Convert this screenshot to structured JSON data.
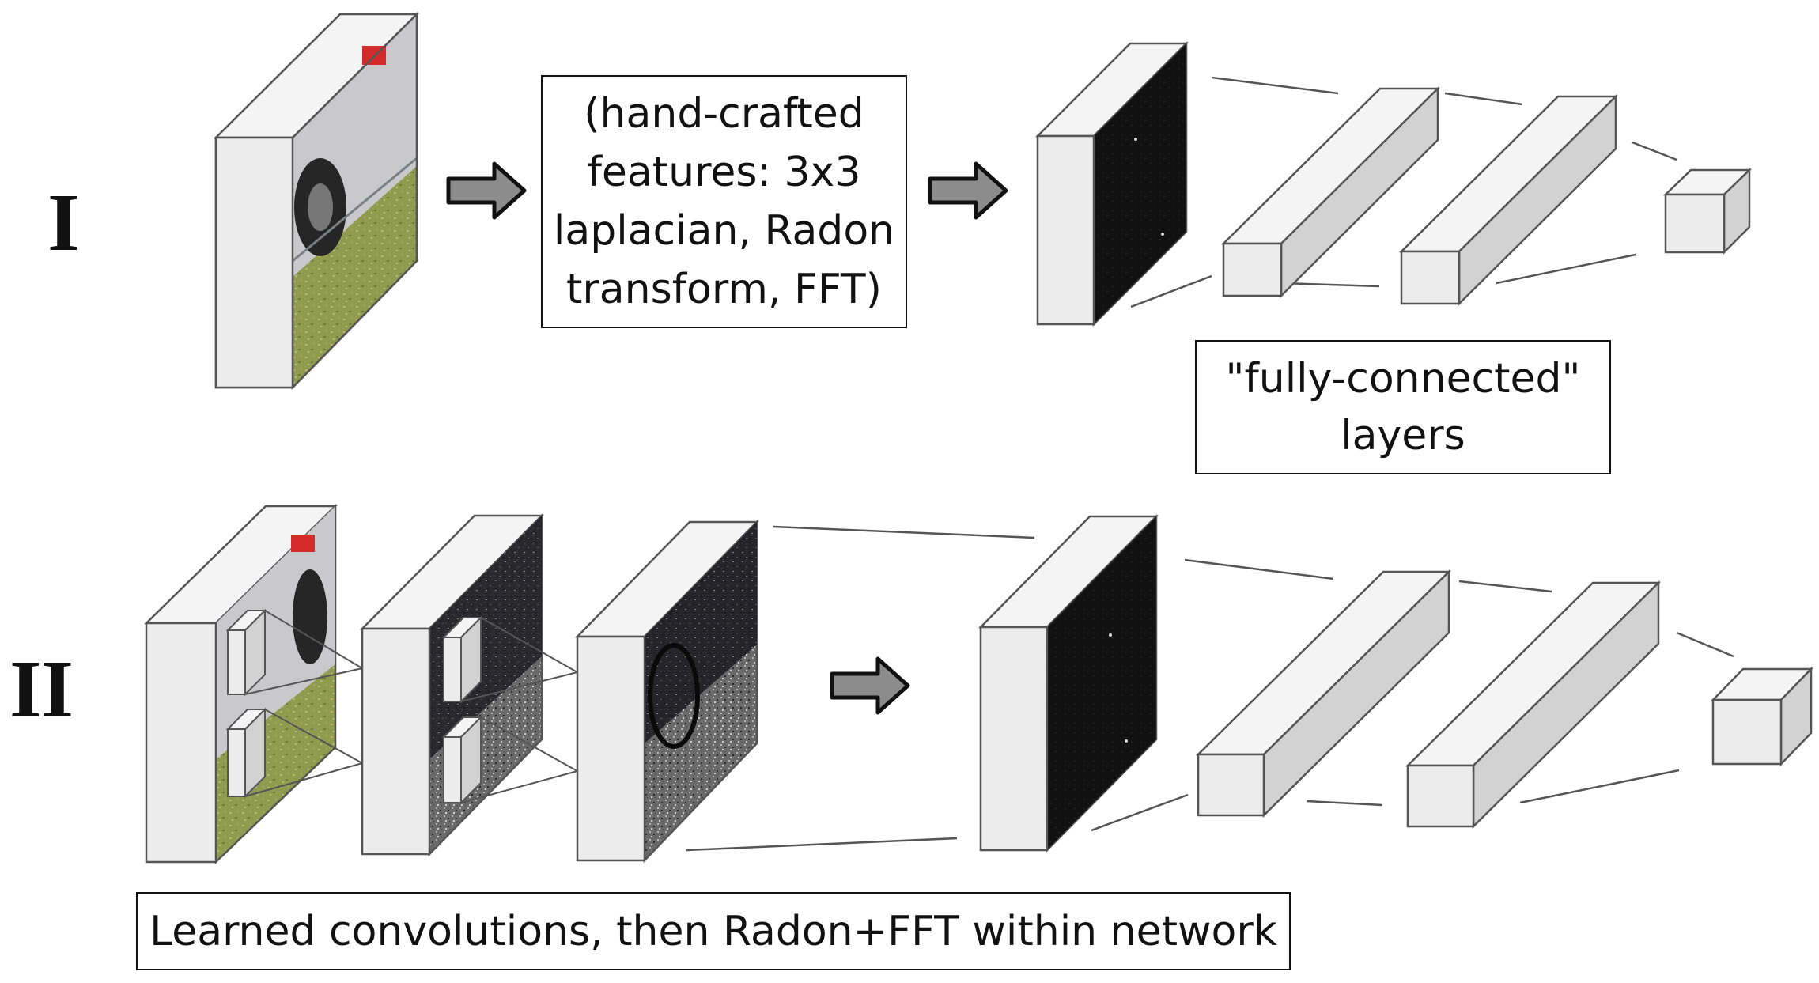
{
  "row1": {
    "label": "I",
    "handcrafted_box": {
      "lines": [
        "(hand-crafted",
        "features: 3x3",
        "laplacian, Radon",
        "transform, FFT)"
      ]
    }
  },
  "fc_box": {
    "lines": [
      "\"fully-connected\"",
      "layers"
    ]
  },
  "row2": {
    "label": "II",
    "caption": "Learned convolutions, then Radon+FFT within network"
  },
  "colors": {
    "box_face": "#ececec",
    "box_side": "#d2d2d2",
    "box_top": "#f4f4f4",
    "outline": "#555555",
    "arrow_fill": "#8c8c8c",
    "line": "#555555"
  }
}
